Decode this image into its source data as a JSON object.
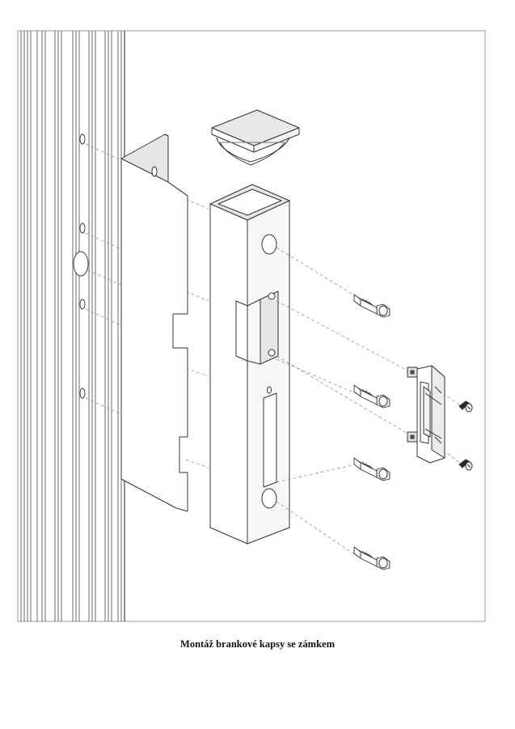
{
  "caption": "Montáž brankové kapsy se zámkem",
  "colors": {
    "line": "#333333",
    "guide": "#888888",
    "fill": "#ffffff",
    "shade": "#d8d8d8",
    "frame": "#999999"
  },
  "icons": [
    "post-profile",
    "end-cap",
    "mounting-plate",
    "square-post",
    "self-drilling-screw",
    "lock-strike-plate",
    "machine-screw"
  ]
}
